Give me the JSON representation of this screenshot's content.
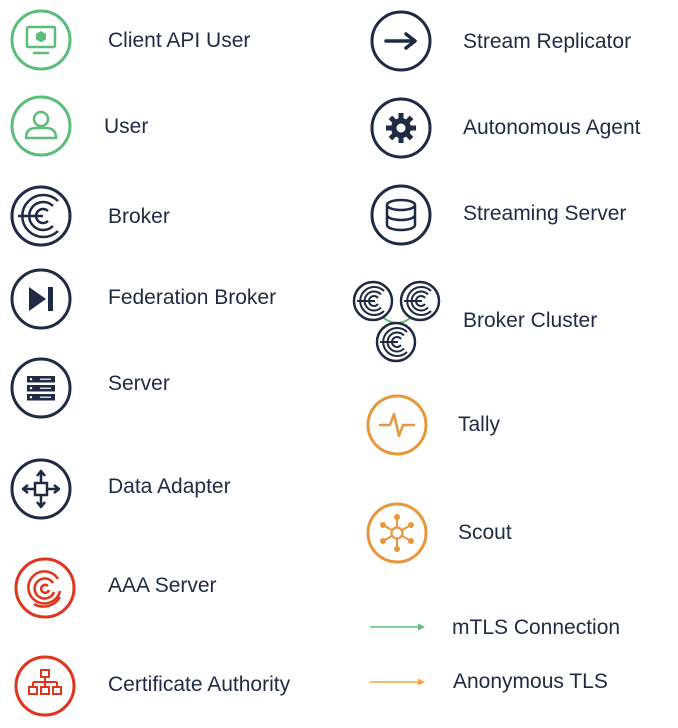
{
  "left_column": [
    {
      "icon": "client-api-user-icon",
      "label": "Client API User",
      "color": "#5cbd7b"
    },
    {
      "icon": "user-icon",
      "label": "User",
      "color": "#5cbd7b"
    },
    {
      "icon": "broker-icon",
      "label": "Broker",
      "color": "#1f2a44"
    },
    {
      "icon": "federation-broker-icon",
      "label": "Federation Broker",
      "color": "#1f2a44"
    },
    {
      "icon": "server-icon",
      "label": "Server",
      "color": "#1f2a44"
    },
    {
      "icon": "data-adapter-icon",
      "label": "Data Adapter",
      "color": "#1f2a44"
    },
    {
      "icon": "aaa-server-icon",
      "label": "AAA Server",
      "color": "#e0341c"
    },
    {
      "icon": "certificate-authority-icon",
      "label": "Certificate Authority",
      "color": "#e0341c"
    }
  ],
  "right_column": [
    {
      "icon": "stream-replicator-icon",
      "label": "Stream Replicator",
      "color": "#1f2a44"
    },
    {
      "icon": "autonomous-agent-icon",
      "label": "Autonomous Agent",
      "color": "#1f2a44"
    },
    {
      "icon": "streaming-server-icon",
      "label": "Streaming Server",
      "color": "#1f2a44"
    },
    {
      "icon": "broker-cluster-icon",
      "label": "Broker Cluster",
      "color": "#1f2a44"
    },
    {
      "icon": "tally-icon",
      "label": "Tally",
      "color": "#e8973c"
    },
    {
      "icon": "scout-icon",
      "label": "Scout",
      "color": "#e8973c"
    }
  ],
  "legend": [
    {
      "label": "mTLS Connection",
      "color": "#5cbd7b"
    },
    {
      "label": "Anonymous TLS",
      "color": "#f5a045"
    }
  ]
}
